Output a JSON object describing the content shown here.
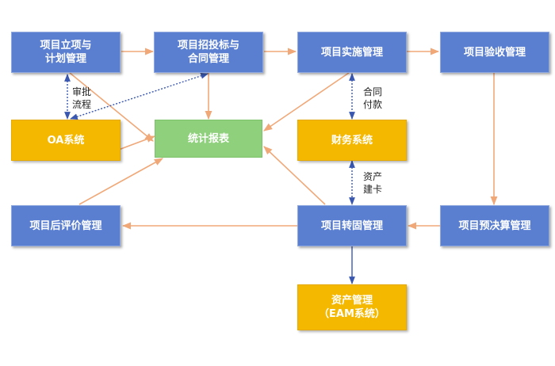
{
  "colors": {
    "process_box": "#5b7fd0",
    "system_box": "#f5b800",
    "report_box": "#8fd07c",
    "flow_arrow": "#f0a878",
    "data_arrow": "#3a57b0"
  },
  "nodes": {
    "project_approval": "项目立项与\n计划管理",
    "bidding_contract": "项目招投标与\n合同管理",
    "implementation": "项目实施管理",
    "acceptance": "项目验收管理",
    "oa_system": "OA系统",
    "statistics_report": "统计报表",
    "finance_system": "财务系统",
    "post_evaluation": "项目后评价管理",
    "asset_transfer": "项目转固管理",
    "budget_settlement": "项目预决算管理",
    "asset_management": "资产管理\n（EAM系统）"
  },
  "edge_labels": {
    "approval_flow": "审批\n流程",
    "contract_payment": "合同\n付款",
    "asset_card": "资产\n建卡"
  }
}
